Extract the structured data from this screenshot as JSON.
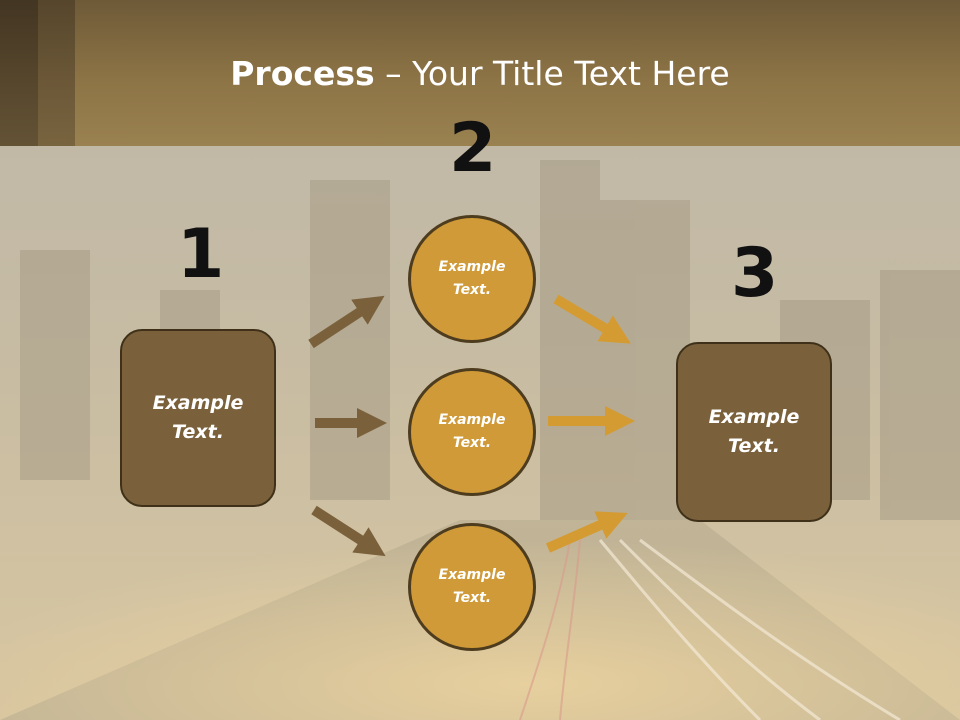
{
  "slide": {
    "title_bold": "Process",
    "title_rest": " – Your Title Text Here"
  },
  "steps": {
    "one": "1",
    "two": "2",
    "three": "3"
  },
  "nodes": {
    "left_box": "Example\nText.",
    "right_box": "Example\nText.",
    "circle_top": "Example\nText.",
    "circle_middle": "Example\nText.",
    "circle_bottom": "Example\nText."
  },
  "colors": {
    "header": "#8d7446",
    "box_fill": "#7a613b",
    "circle_fill": "#cf9a37",
    "arrow_dark": "#7a613b",
    "arrow_gold": "#d49b33"
  }
}
